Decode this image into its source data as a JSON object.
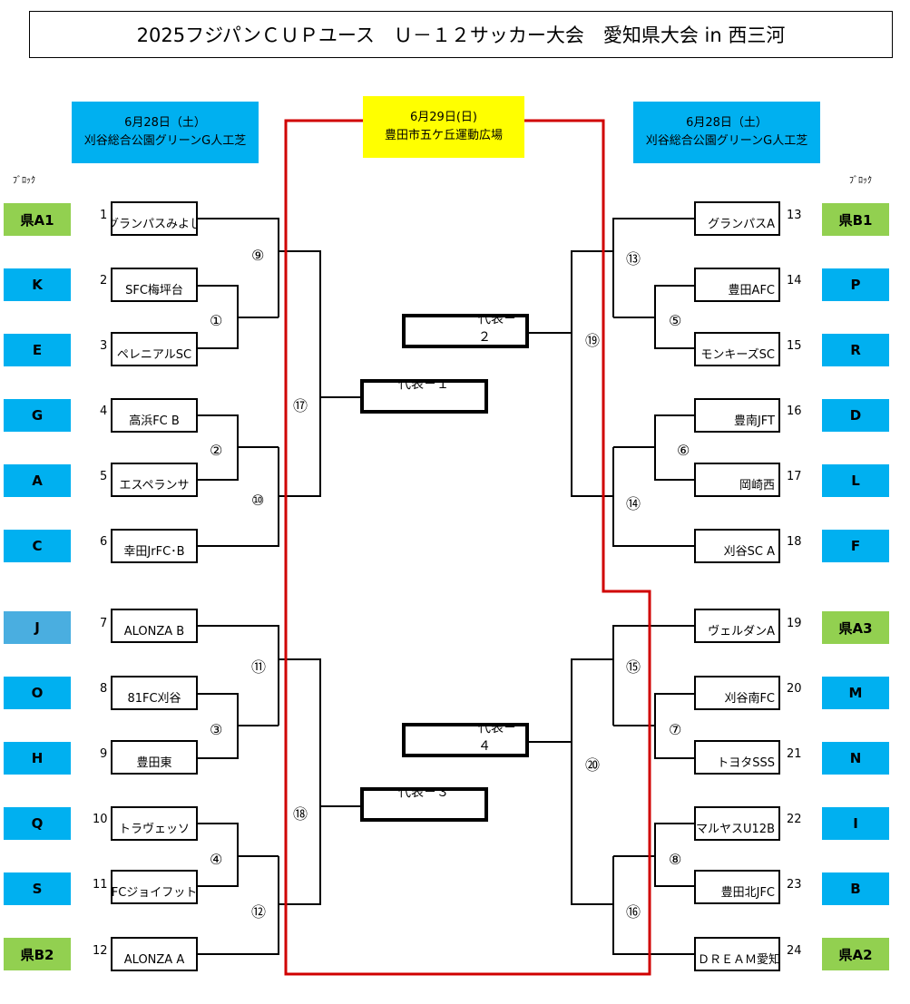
{
  "title": "2025フジパンＣＵＰユース　Ｕ－１２サッカー大会　愛知県大会 in 西三河",
  "venues": {
    "left": {
      "date": "6月28日（土）",
      "place": "刈谷総合公園グリーンG人工芝"
    },
    "center": {
      "date": "6月29日(日)",
      "place": "豊田市五ケ丘運動広場"
    },
    "right": {
      "date": "6月28日（土）",
      "place": "刈谷総合公園グリーンG人工芝"
    }
  },
  "block_header": "ﾌﾞﾛｯｸ",
  "left_teams": [
    {
      "seed": "1",
      "name": "グランパスみよし",
      "block": "県A1"
    },
    {
      "seed": "2",
      "name": "SFC梅坪台",
      "block": "K"
    },
    {
      "seed": "3",
      "name": "ペレニアルSC",
      "block": "E"
    },
    {
      "seed": "4",
      "name": "高浜FC B",
      "block": "G"
    },
    {
      "seed": "5",
      "name": "エスペランサ",
      "block": "A"
    },
    {
      "seed": "6",
      "name": "幸田JrFC･B",
      "block": "C"
    },
    {
      "seed": "7",
      "name": "ALONZA B",
      "block": "J"
    },
    {
      "seed": "8",
      "name": "81FC刈谷",
      "block": "O"
    },
    {
      "seed": "9",
      "name": "豊田東",
      "block": "H"
    },
    {
      "seed": "10",
      "name": "トラヴェッソ",
      "block": "Q"
    },
    {
      "seed": "11",
      "name": "FCジョイフット",
      "block": "S"
    },
    {
      "seed": "12",
      "name": "ALONZA A",
      "block": "県B2"
    }
  ],
  "right_teams": [
    {
      "seed": "13",
      "name": "グランパスA",
      "block": "県B1"
    },
    {
      "seed": "14",
      "name": "豊田AFC",
      "block": "P"
    },
    {
      "seed": "15",
      "name": "モンキーズSC",
      "block": "R"
    },
    {
      "seed": "16",
      "name": "豊南JFT",
      "block": "D"
    },
    {
      "seed": "17",
      "name": "岡崎西",
      "block": "L"
    },
    {
      "seed": "18",
      "name": "刈谷SC A",
      "block": "F"
    },
    {
      "seed": "19",
      "name": "ヴェルダンA",
      "block": "県A3"
    },
    {
      "seed": "20",
      "name": "刈谷南FC",
      "block": "M"
    },
    {
      "seed": "21",
      "name": "トヨタSSS",
      "block": "N"
    },
    {
      "seed": "22",
      "name": "マルヤスU12B",
      "block": "I"
    },
    {
      "seed": "23",
      "name": "豊田北JFC",
      "block": "B"
    },
    {
      "seed": "24",
      "name": "ＤＲＥＡＭ愛知",
      "block": "県A2"
    }
  ],
  "match_numbers": [
    "①",
    "②",
    "③",
    "④",
    "⑤",
    "⑥",
    "⑦",
    "⑧",
    "⑨",
    "⑩",
    "⑪",
    "⑫",
    "⑬",
    "⑭",
    "⑮",
    "⑯",
    "⑰",
    "⑱",
    "⑲",
    "⑳"
  ],
  "representatives": [
    "代表－１",
    "代表－２",
    "代表－３",
    "代表－４"
  ],
  "colors": {
    "block_blue": "#00b0f0",
    "block_green": "#92d050",
    "final_yellow": "#ffff00",
    "final_border": "#d00000"
  }
}
